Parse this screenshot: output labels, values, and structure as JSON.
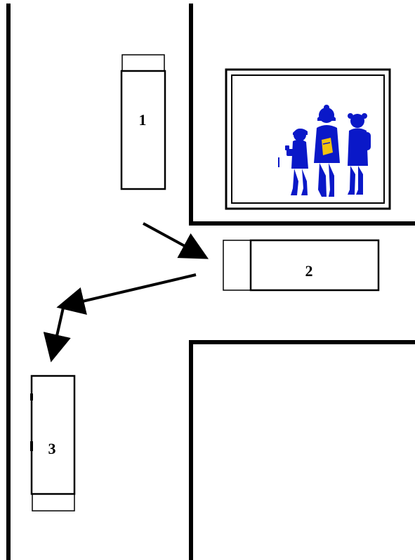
{
  "desks": [
    {
      "label": "1"
    },
    {
      "label": "2"
    },
    {
      "label": "3"
    }
  ],
  "colors": {
    "line": "#000000",
    "background": "#ffffff",
    "figures": "#0a18c8",
    "book": "#f2c20f"
  },
  "picture": {
    "icon": "children-figures-icon"
  }
}
